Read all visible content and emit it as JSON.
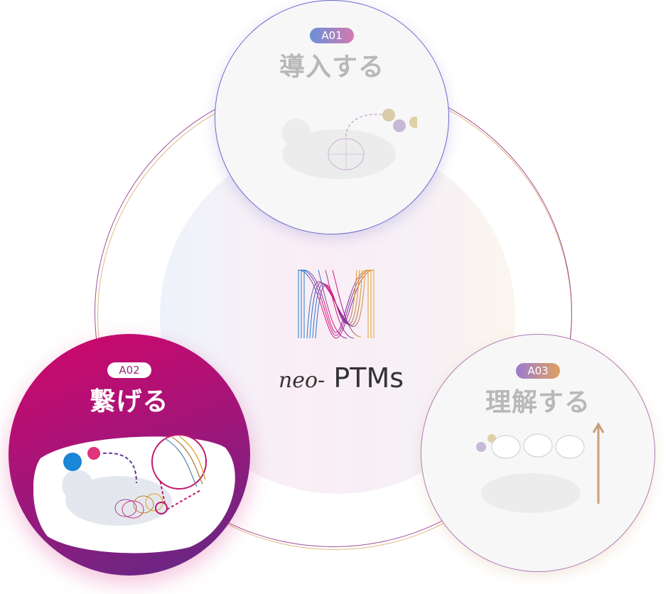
{
  "center": {
    "logo_prefix": "neo-",
    "logo_name": "PTMs"
  },
  "nodes": [
    {
      "badge": "A01",
      "title": "導入する"
    },
    {
      "badge": "A02",
      "title": "繋げる"
    },
    {
      "badge": "A03",
      "title": "理解する"
    }
  ],
  "colors": {
    "a02_start": "#d2066a",
    "a02_end": "#5e2a86",
    "muted_title": "#b8b8b8"
  }
}
